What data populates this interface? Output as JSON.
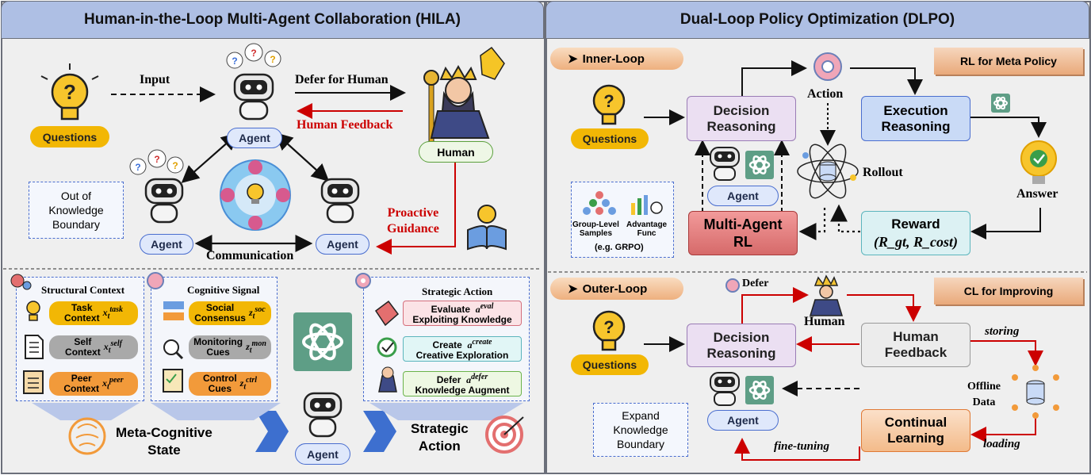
{
  "left_panel": {
    "title": "Human-in-the-Loop Multi-Agent Collaboration (HILA)",
    "questions": "Questions",
    "input_label": "Input",
    "defer_label": "Defer for Human",
    "human_feedback_label": "Human Feedback",
    "human_label": "Human",
    "proactive_guidance_line1": "Proactive",
    "proactive_guidance_line2": "Guidance",
    "communication_label": "Communication",
    "agent_label": "Agent",
    "ook_line1": "Out of",
    "ook_line2": "Knowledge",
    "ook_line3": "Boundary"
  },
  "bottom_left": {
    "structural_title": "Structural Context",
    "structural_items": [
      {
        "name": "Task",
        "sub": "Context",
        "math": "x_t^{task}"
      },
      {
        "name": "Self",
        "sub": "Context",
        "math": "x_t^{self}"
      },
      {
        "name": "Peer",
        "sub": "Context",
        "math": "x_t^{peer}"
      }
    ],
    "cognitive_title": "Cognitive Signal",
    "cognitive_items": [
      {
        "name": "Social",
        "sub": "Consensus",
        "math": "z_t^{soc}"
      },
      {
        "name": "Monitoring",
        "sub": "Cues",
        "math": "z_t^{mon}"
      },
      {
        "name": "Control",
        "sub": "Cues",
        "math": "z_t^{ctrl}"
      }
    ],
    "strategic_title": "Strategic Action",
    "strategic_items": [
      {
        "name": "Evaluate",
        "sub": "Exploiting Knowledge",
        "math": "a^{eval}"
      },
      {
        "name": "Create",
        "sub": "Creative Exploration",
        "math": "a^{create}"
      },
      {
        "name": "Defer",
        "sub": "Knowledge Augment",
        "math": "a^{defer}"
      }
    ],
    "meta_line1": "Meta-Cognitive",
    "meta_line2": "State",
    "agent_label": "Agent",
    "strategic_line1": "Strategic",
    "strategic_line2": "Action"
  },
  "right_panel": {
    "title": "Dual-Loop Policy Optimization (DLPO)",
    "inner_loop_tag": "Inner-Loop",
    "rl_meta_policy": "RL for Meta Policy",
    "questions": "Questions",
    "decision_line1": "Decision",
    "decision_line2": "Reasoning",
    "action_label": "Action",
    "execution_line1": "Execution",
    "execution_line2": "Reasoning",
    "answer_label": "Answer",
    "rollout_label": "Rollout",
    "agent_label": "Agent",
    "marl_line1": "Multi-Agent",
    "marl_line2": "RL",
    "reward_label": "Reward",
    "reward_formula": "(R_gt, R_cost)",
    "group_line1": "Group-Level",
    "group_line2": "Samples",
    "adv_line1": "Advantage",
    "adv_line2": "Func",
    "grpo_label": "(e.g. GRPO)",
    "outer_loop_tag": "Outer-Loop",
    "cl_improving": "CL for Improving",
    "defer_label": "Defer",
    "human_label": "Human",
    "feedback_line1": "Human",
    "feedback_line2": "Feedback",
    "storing_label": "storing",
    "offline_line1": "Offline",
    "offline_line2": "Data",
    "loading_label": "loading",
    "continual_line1": "Continual",
    "continual_line2": "Learning",
    "finetuning_label": "fine-tuning",
    "expand_line1": "Expand",
    "expand_line2": "Knowledge",
    "expand_line3": "Boundary"
  }
}
